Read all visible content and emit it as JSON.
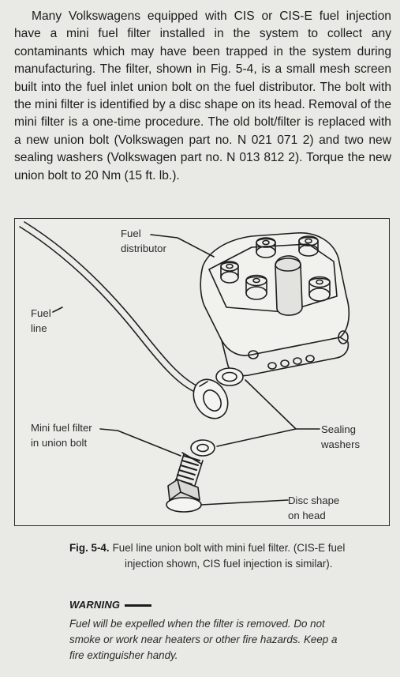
{
  "body_text": "Many Volkswagens equipped with CIS or CIS-E fuel injection have a mini fuel filter installed in the system to collect any contaminants which may have been trapped in the system during manufacturing. The filter, shown in Fig. 5-4, is a small mesh screen built into the fuel inlet union bolt on the fuel distributor. The bolt with the mini filter is identified by a disc shape on its head. Removal of the mini filter is a one-time procedure. The old bolt/filter is replaced with a new union bolt (Volkswagen part no. N 021 071 2) and two new sealing washers (Volkswagen part no. N 013 812 2). Torque the new union bolt to 20 Nm (15 ft. lb.).",
  "figure": {
    "labels": {
      "fuel_distributor_1": "Fuel",
      "fuel_distributor_2": "distributor",
      "fuel_line_1": "Fuel",
      "fuel_line_2": "line",
      "mini_filter_1": "Mini fuel filter",
      "mini_filter_2": "in union bolt",
      "sealing_washers_1": "Sealing",
      "sealing_washers_2": "washers",
      "disc_shape_1": "Disc shape",
      "disc_shape_2": "on head"
    },
    "caption_number": "Fig. 5-4.",
    "caption_line1": "Fuel line union bolt with mini fuel filter. (CIS-E fuel",
    "caption_line2": "injection shown, CIS fuel injection is similar)."
  },
  "warning": {
    "heading": "WARNING",
    "text": "Fuel will be expelled when the filter is removed. Do not smoke or work near heaters or other fire hazards. Keep a fire extinguisher handy."
  }
}
